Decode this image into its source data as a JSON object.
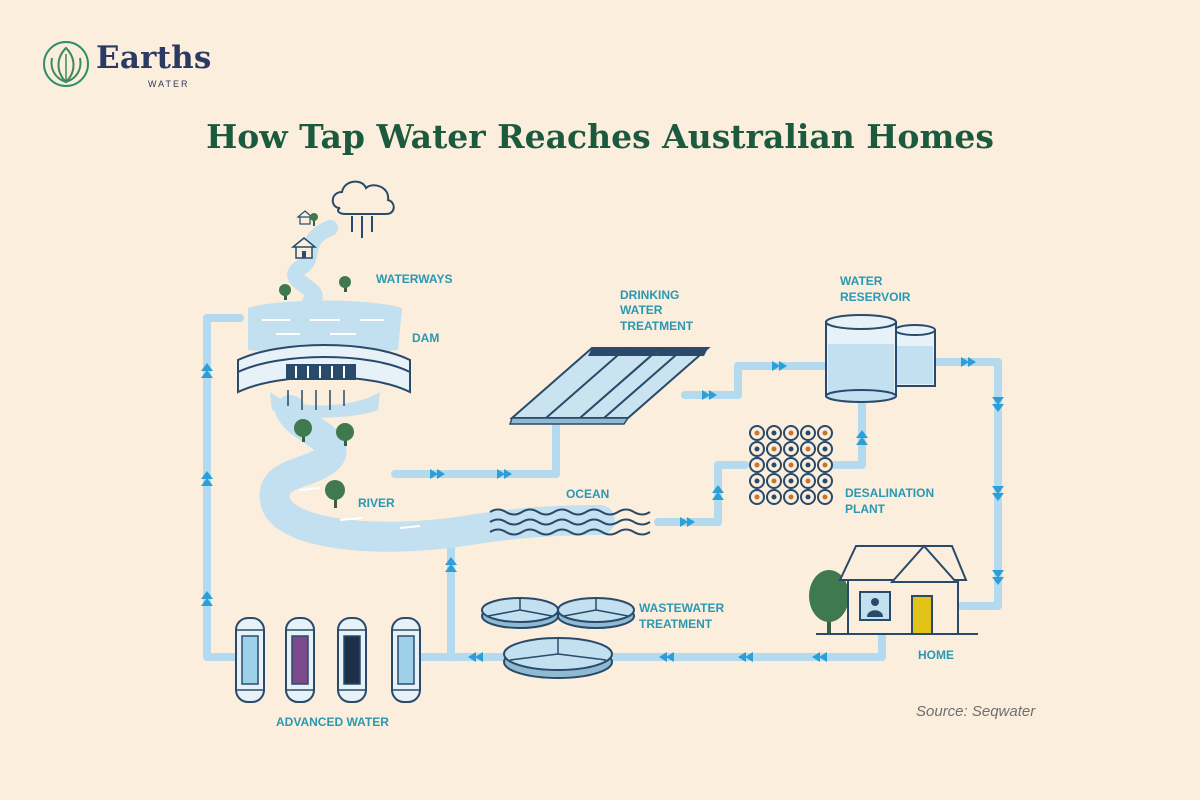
{
  "brand": {
    "name": "Earths",
    "subtitle": "WATER"
  },
  "title": "How Tap Water Reaches Australian Homes",
  "labels": {
    "waterways": "WATERWAYS",
    "dam": "DAM",
    "river": "RIVER",
    "drinking": [
      "DRINKING",
      "WATER",
      "TREATMENT"
    ],
    "reservoir": [
      "WATER",
      "RESERVOIR"
    ],
    "ocean": "OCEAN",
    "desalination": [
      "DESALINATION",
      "PLANT"
    ],
    "wastewater": [
      "WASTEWATER",
      "TREATMENT"
    ],
    "home": "HOME",
    "advanced": "ADVANCED WATER"
  },
  "source": "Source: Seqwater",
  "colors": {
    "background": "#fbeedd",
    "title": "#1c5a3f",
    "label": "#2a98b3",
    "pipe": "#b3daee",
    "arrow": "#2c9fd9",
    "outline": "#294a6a",
    "water": "#c2e0ef"
  }
}
